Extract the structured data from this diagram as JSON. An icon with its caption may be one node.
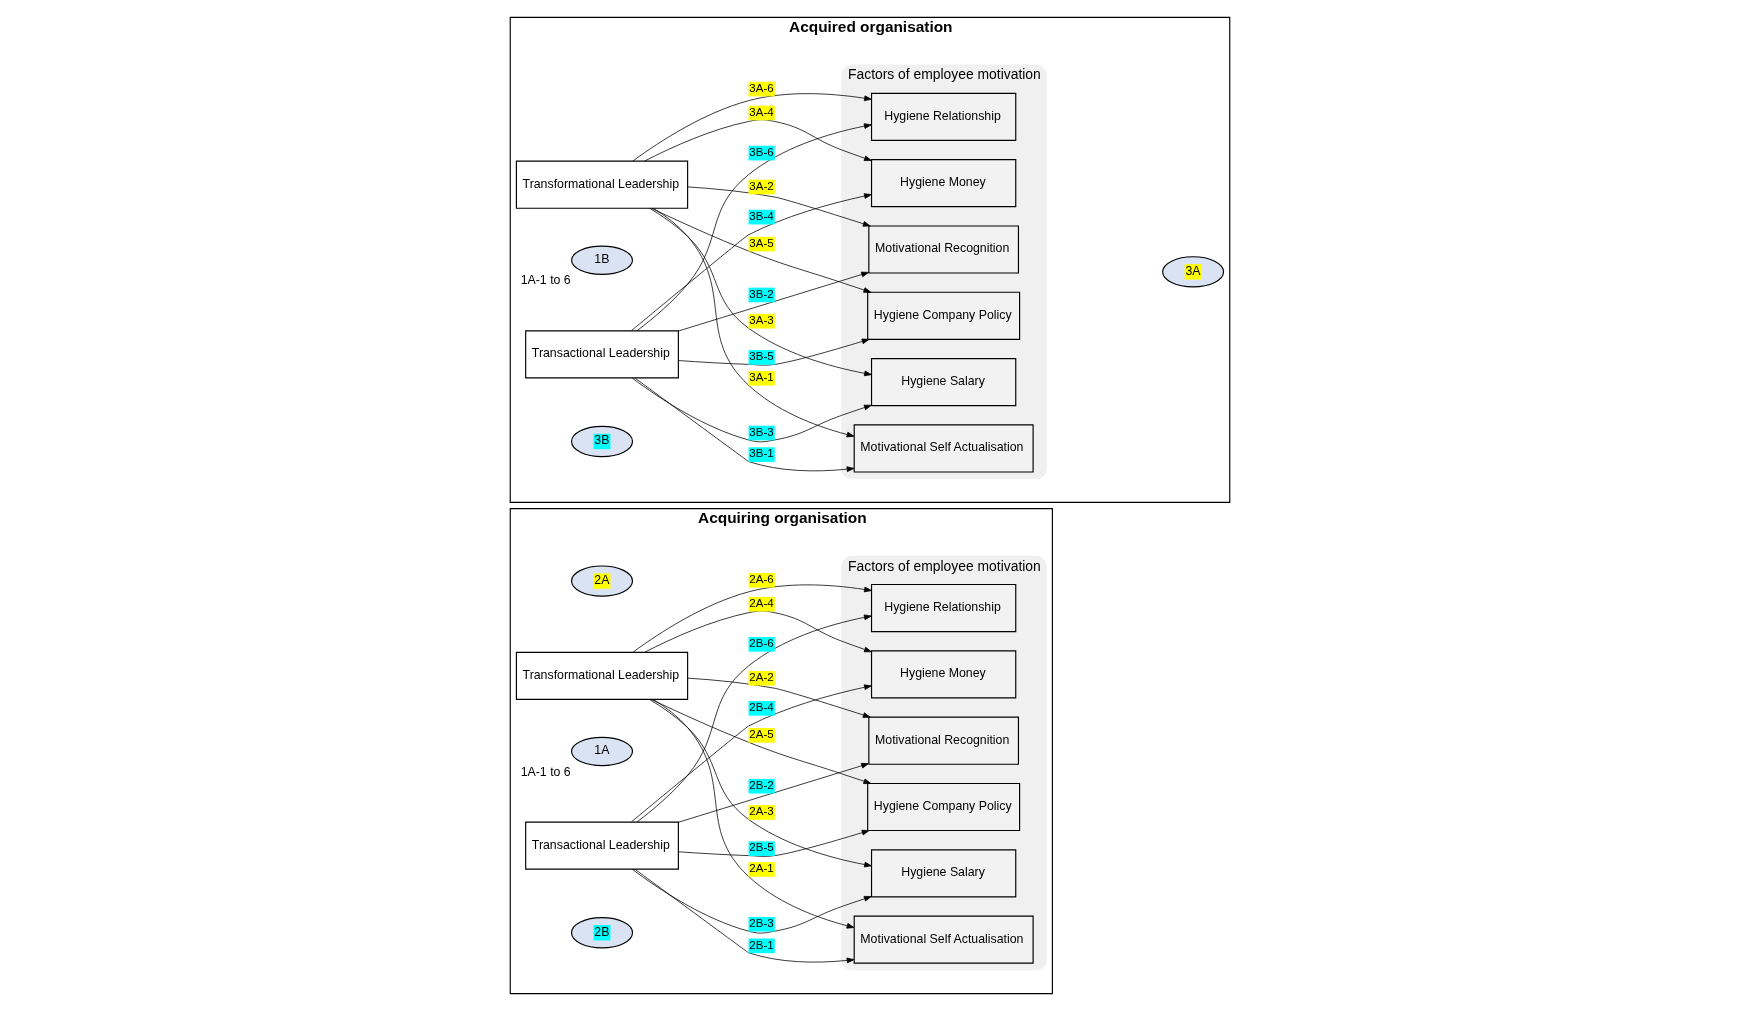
{
  "diagram": {
    "nodes": [
      {
        "text": [
          "Acquiring organisation"
        ]
      },
      {
        "text": [
          "Factors of employee motivation"
        ],
        "in": 0
      },
      {
        "text": [
          "Motivational Self Actualisation"
        ],
        "in": 1
      },
      {
        "text": [
          "Motivational Recognition"
        ],
        "in": 1
      },
      {
        "text": [
          "Hygiene Salary"
        ],
        "in": 1
      },
      {
        "text": [
          "Hygiene Money"
        ],
        "in": 1
      },
      {
        "text": [
          "Hygiene Company Policy"
        ],
        "in": 1
      },
      {
        "text": [
          "Hygiene Relationship"
        ],
        "in": 1
      },
      {
        "text": [
          "2A"
        ],
        "in": 0
      },
      {
        "text": [
          "Transformational Leadership"
        ],
        "in": 0
      },
      {
        "text": [
          "1A"
        ],
        "in": 0,
        "beside": [
          "1A-1 to 6"
        ]
      },
      {
        "text": [
          "Transactional Leadership"
        ],
        "in": 0
      },
      {
        "text": [
          "2B"
        ],
        "in": 0
      },
      {
        "text": [
          "Acquired organisation"
        ]
      },
      {
        "text": [
          "Factors of employee motivation"
        ],
        "in": 13
      },
      {
        "text": [
          "Motivational Self Actualisation"
        ],
        "in": 14
      },
      {
        "text": [
          "Motivational Recognition"
        ],
        "in": 14
      },
      {
        "text": [
          "Hygiene Salary"
        ],
        "in": 14
      },
      {
        "text": [
          "Hygiene Money"
        ],
        "in": 14
      },
      {
        "text": [
          "Hygiene Company Policy"
        ],
        "in": 14
      },
      {
        "text": [
          "Hygiene Relationship"
        ],
        "in": 14
      },
      {
        "text": [
          "3A"
        ],
        "in": 13
      },
      {
        "text": [
          "Transformational Leadership"
        ],
        "in": 13
      },
      {
        "text": [
          "1B"
        ],
        "in": 13,
        "beside": [
          "1A-1 to 6"
        ]
      },
      {
        "text": [
          "Transactional Leadership"
        ],
        "in": 13
      },
      {
        "text": [
          "3B"
        ],
        "in": 13
      }
    ],
    "edges": [
      {
        "from": 9,
        "to": 2,
        "arrow": "to",
        "label": "2A-1"
      },
      {
        "from": 9,
        "to": 3,
        "arrow": "to",
        "label": "2A-2"
      },
      {
        "from": 9,
        "to": 4,
        "arrow": "to",
        "label": "2A-3"
      },
      {
        "from": 9,
        "to": 5,
        "arrow": "to",
        "label": "2A-4"
      },
      {
        "from": 9,
        "to": 6,
        "arrow": "to",
        "label": "2A-5"
      },
      {
        "from": 9,
        "to": 7,
        "arrow": "to",
        "label": "2A-6"
      },
      {
        "from": 11,
        "to": 2,
        "arrow": "to",
        "label": "2B-1"
      },
      {
        "from": 11,
        "to": 3,
        "arrow": "to",
        "label": "2B-2"
      },
      {
        "from": 11,
        "to": 4,
        "arrow": "to",
        "label": "2B-3"
      },
      {
        "from": 11,
        "to": 5,
        "arrow": "to",
        "label": "2B-4"
      },
      {
        "from": 11,
        "to": 6,
        "arrow": "to",
        "label": "2B-5"
      },
      {
        "from": 11,
        "to": 7,
        "arrow": "to",
        "label": "2B-6"
      },
      {
        "from": 22,
        "to": 15,
        "arrow": "to",
        "label": "3A-1"
      },
      {
        "from": 22,
        "to": 16,
        "arrow": "to",
        "label": "3A-2"
      },
      {
        "from": 22,
        "to": 17,
        "arrow": "to",
        "label": "3A-3"
      },
      {
        "from": 22,
        "to": 18,
        "arrow": "to",
        "label": "3A-4"
      },
      {
        "from": 22,
        "to": 19,
        "arrow": "to",
        "label": "3A-5"
      },
      {
        "from": 22,
        "to": 20,
        "arrow": "to",
        "label": "3A-6"
      },
      {
        "from": 24,
        "to": 15,
        "arrow": "to",
        "label": "3B-1"
      },
      {
        "from": 24,
        "to": 16,
        "arrow": "to",
        "label": "3B-2"
      },
      {
        "from": 24,
        "to": 17,
        "arrow": "to",
        "label": "3B-3"
      },
      {
        "from": 24,
        "to": 18,
        "arrow": "to",
        "label": "3B-4"
      },
      {
        "from": 24,
        "to": 19,
        "arrow": "to",
        "label": "3B-5"
      },
      {
        "from": 24,
        "to": 20,
        "arrow": "to",
        "label": "3B-6"
      }
    ]
  }
}
